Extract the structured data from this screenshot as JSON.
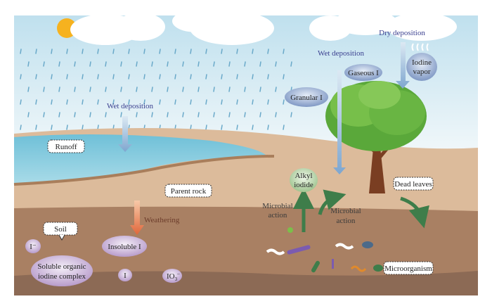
{
  "labels": {
    "wet_deposition_left": "Wet deposition",
    "wet_deposition_right": "Wet deposition",
    "dry_deposition": "Dry deposition",
    "gaseous_i": "Gaseous I",
    "iodine_vapor_1": "Iodine",
    "iodine_vapor_2": "vapor",
    "granular_i": "Granular I",
    "runoff": "Runoff",
    "parent_rock": "Parent rock",
    "weathering": "Weathering",
    "soil": "Soil",
    "iodide": "I⁻",
    "insoluble_i": "Insoluble I",
    "soluble_1": "Soluble organic",
    "soluble_2": "iodine complex",
    "iodine": "I",
    "iodate": "IO",
    "iodate_sub": "3",
    "iodate_sup": "–",
    "alkyl_1": "Alkyl",
    "alkyl_2": "iodide",
    "microbial_left_1": "Microbial",
    "microbial_left_2": "action",
    "microbial_right_1": "Microbial",
    "microbial_right_2": "action",
    "dead_leaves": "Dead leaves",
    "microorganism": "Microorganism"
  },
  "colors": {
    "sky": "#cfe8f2",
    "sea": "#7ec7dc",
    "beach": "#d9b99a",
    "soil": "#a98063",
    "deep_soil": "#8c6a55",
    "label_blue": "#3a3f8f",
    "soil_text": "#6b3b2a",
    "arrow_green": "#3e7d4a",
    "arrow_orange": "#e0663a"
  }
}
